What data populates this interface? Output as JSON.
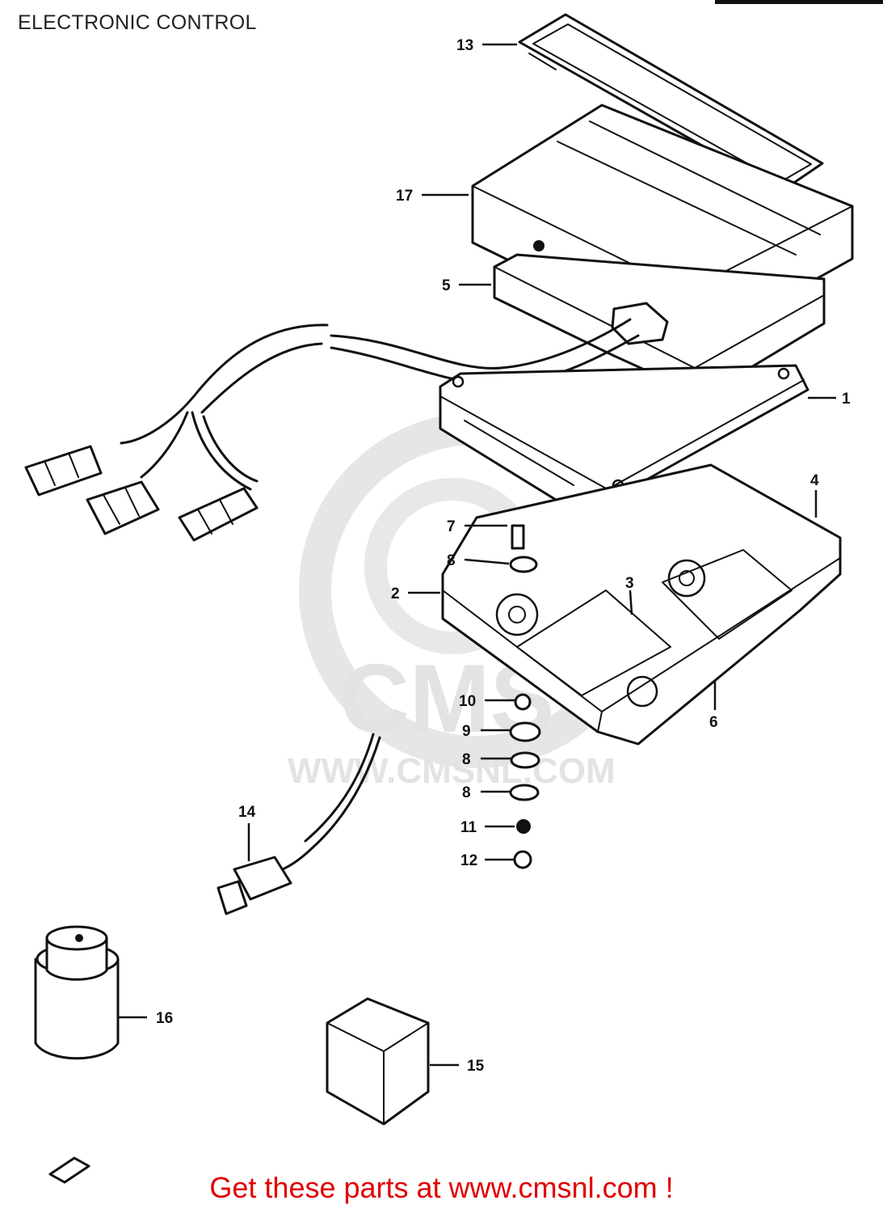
{
  "page": {
    "title": "ELECTRONIC CONTROL",
    "footer": "Get these parts at www.cmsnl.com !"
  },
  "watermark": {
    "url": "WWW.CMSNL.COM",
    "logo": "CMS"
  },
  "callouts": [
    {
      "id": "13",
      "text": "13"
    },
    {
      "id": "17",
      "text": "17"
    },
    {
      "id": "5",
      "text": "5"
    },
    {
      "id": "1",
      "text": "1"
    },
    {
      "id": "4",
      "text": "4"
    },
    {
      "id": "7",
      "text": "7"
    },
    {
      "id": "8a",
      "text": "8"
    },
    {
      "id": "2",
      "text": "2"
    },
    {
      "id": "3",
      "text": "3"
    },
    {
      "id": "10",
      "text": "10"
    },
    {
      "id": "9",
      "text": "9"
    },
    {
      "id": "8b",
      "text": "8"
    },
    {
      "id": "8c",
      "text": "8"
    },
    {
      "id": "6",
      "text": "6"
    },
    {
      "id": "14",
      "text": "14"
    },
    {
      "id": "11",
      "text": "11"
    },
    {
      "id": "12",
      "text": "12"
    },
    {
      "id": "16",
      "text": "16"
    },
    {
      "id": "15",
      "text": "15"
    }
  ],
  "colors": {
    "footer": "#e00000",
    "ink": "#111111",
    "watermark": "#e3e3e3"
  }
}
